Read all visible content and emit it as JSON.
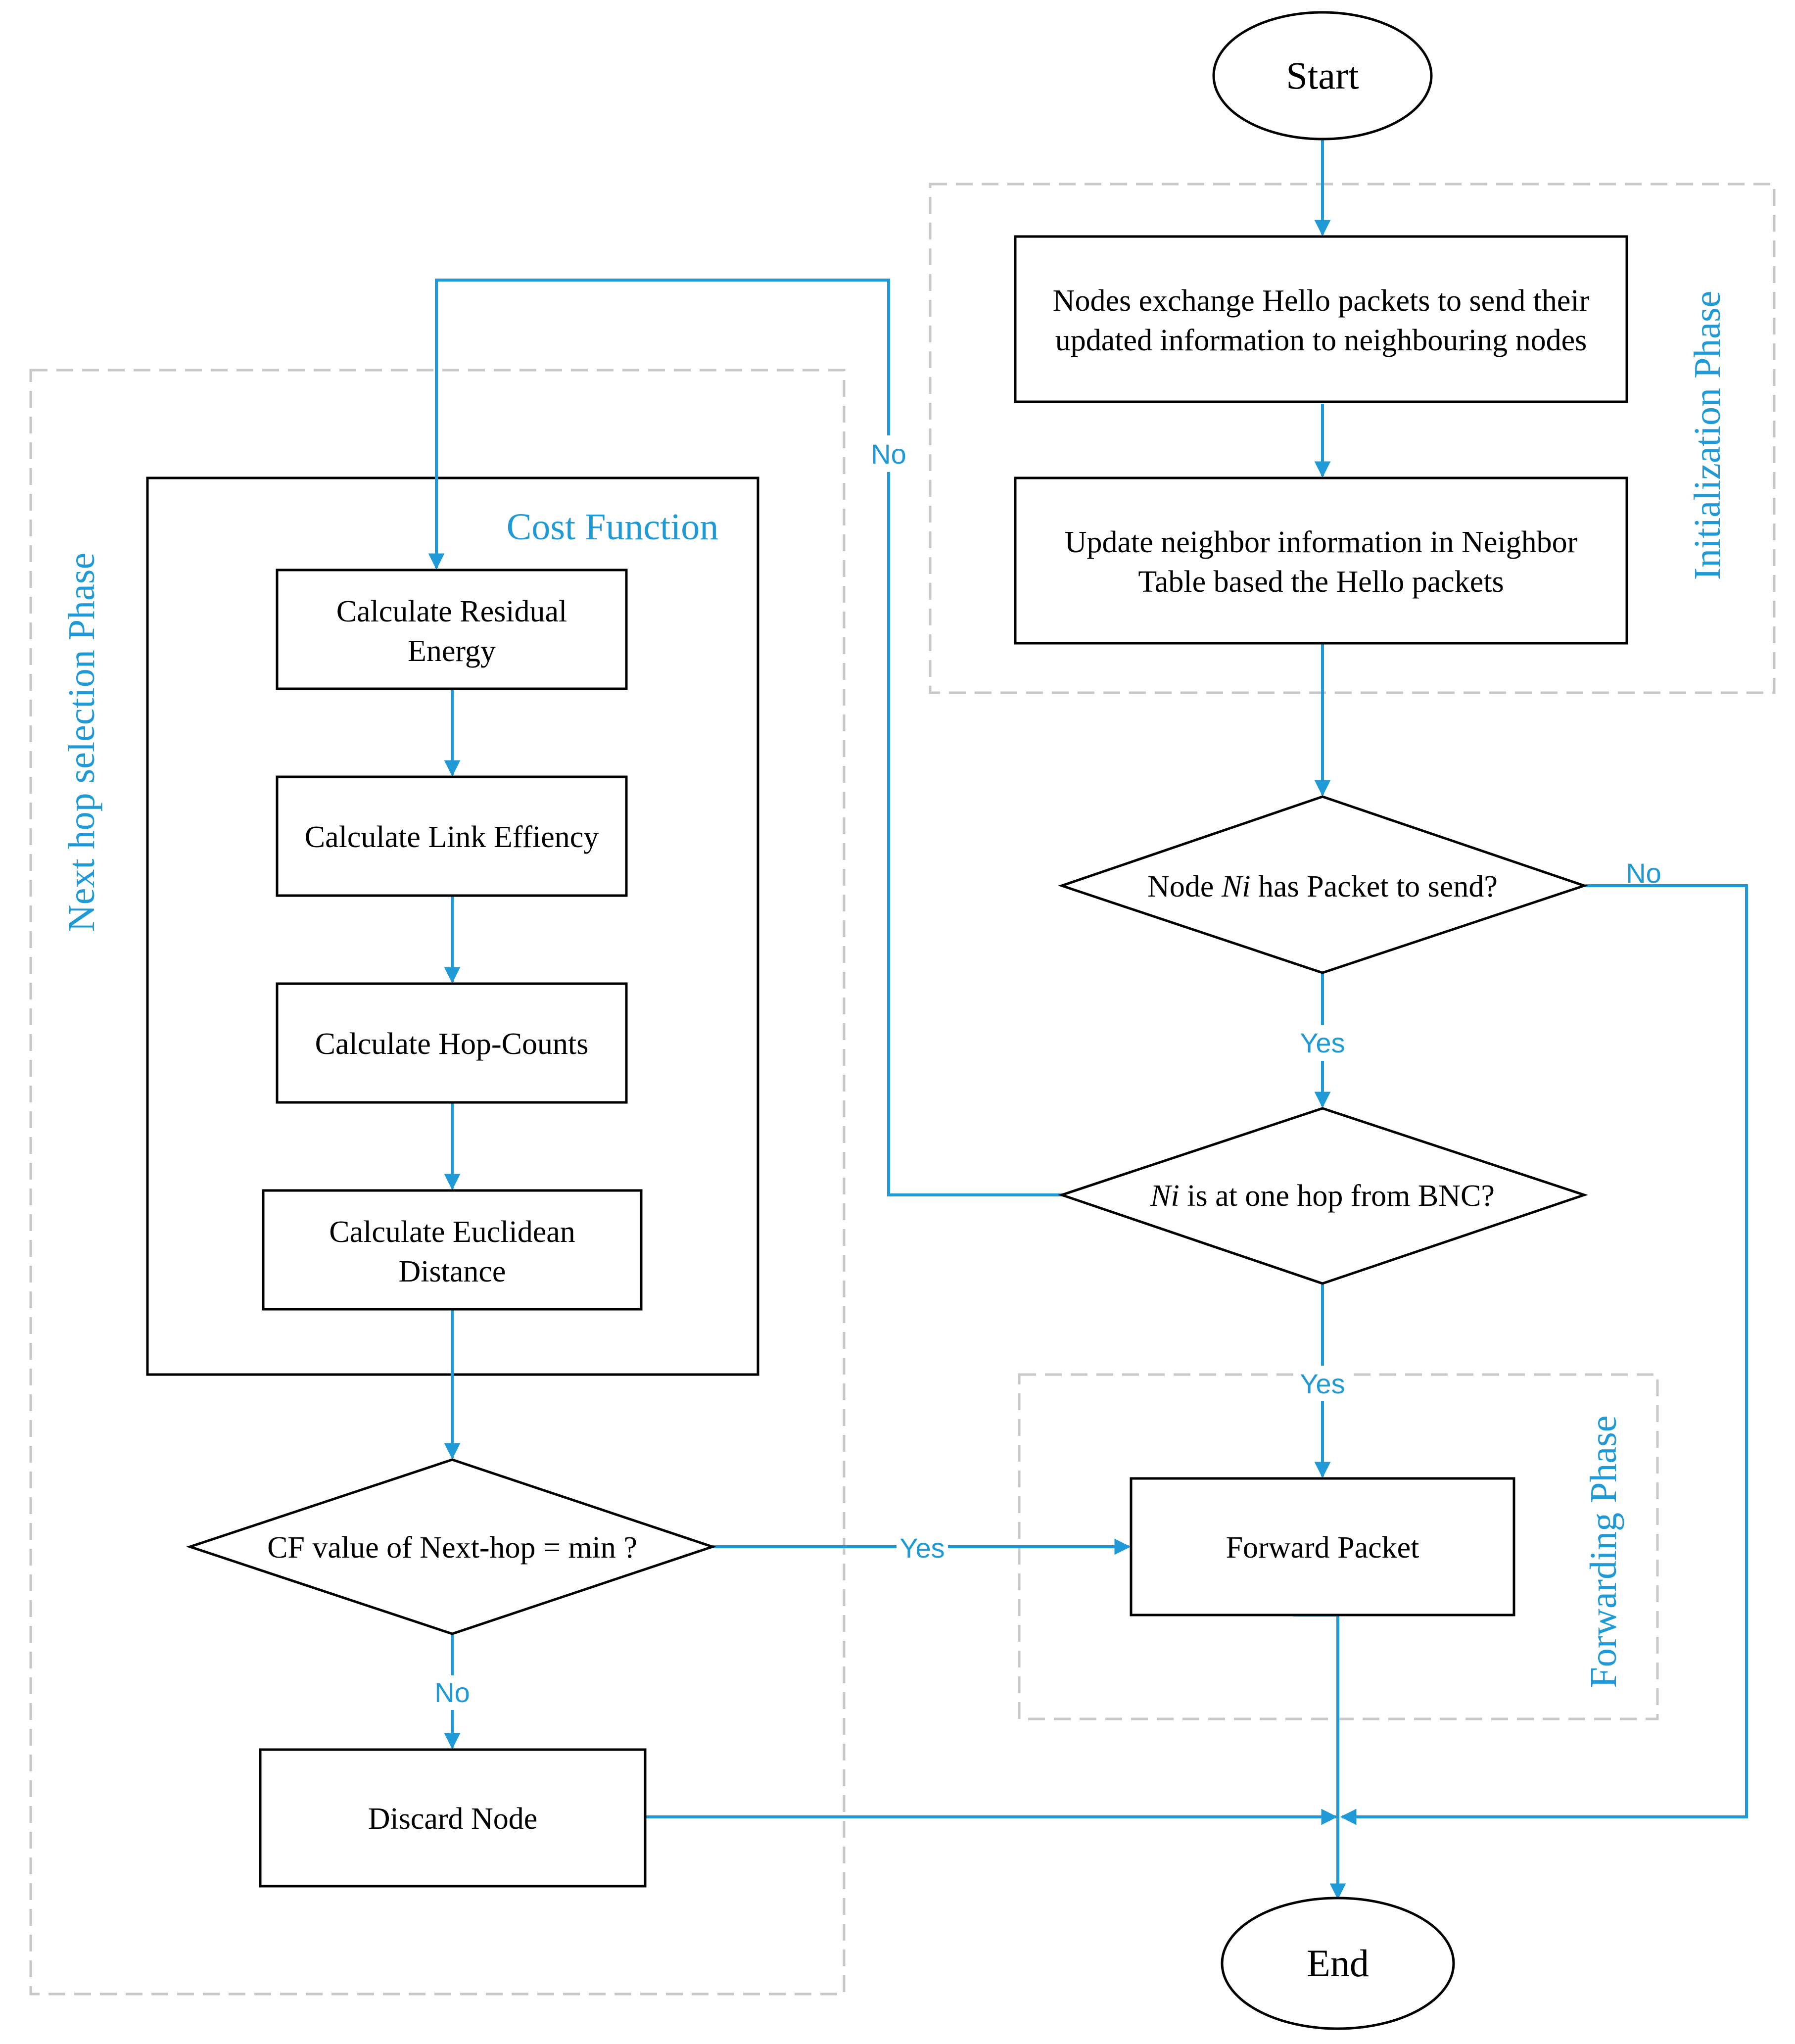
{
  "colors": {
    "accent": "#1f9ad6",
    "line": "#1f9ad6",
    "border": "#000000",
    "dashed": "#c8c8c8"
  },
  "phases": {
    "initialization": "Initialization Phase",
    "next_hop": "Next hop selection Phase",
    "forwarding": "Forwarding Phase",
    "cost_function": "Cost Function"
  },
  "nodes": {
    "start": "Start",
    "end": "End",
    "hello_1": "Nodes exchange Hello packets to send their",
    "hello_2": "updated information to neighbouring nodes",
    "update_1": "Update neighbor information in Neighbor",
    "update_2": "Table based the Hello packets",
    "has_packet_pre": "Node ",
    "has_packet_var": "Ni",
    "has_packet_post": " has Packet to send?",
    "one_hop_var": "Ni",
    "one_hop_post": " is at one hop from BNC?",
    "residual_1": "Calculate Residual",
    "residual_2": "Energy",
    "link": "Calculate Link Effiency",
    "hop_counts": "Calculate Hop-Counts",
    "euclid_1": "Calculate Euclidean",
    "euclid_2": "Distance",
    "cf_decision": "CF value of Next-hop = min ?",
    "discard": "Discard Node",
    "forward": "Forward Packet"
  },
  "edge_labels": {
    "no_top": "No",
    "no_right": "No",
    "yes_1": "Yes",
    "yes_2": "Yes",
    "yes_cf": "Yes",
    "no_cf": "No"
  }
}
